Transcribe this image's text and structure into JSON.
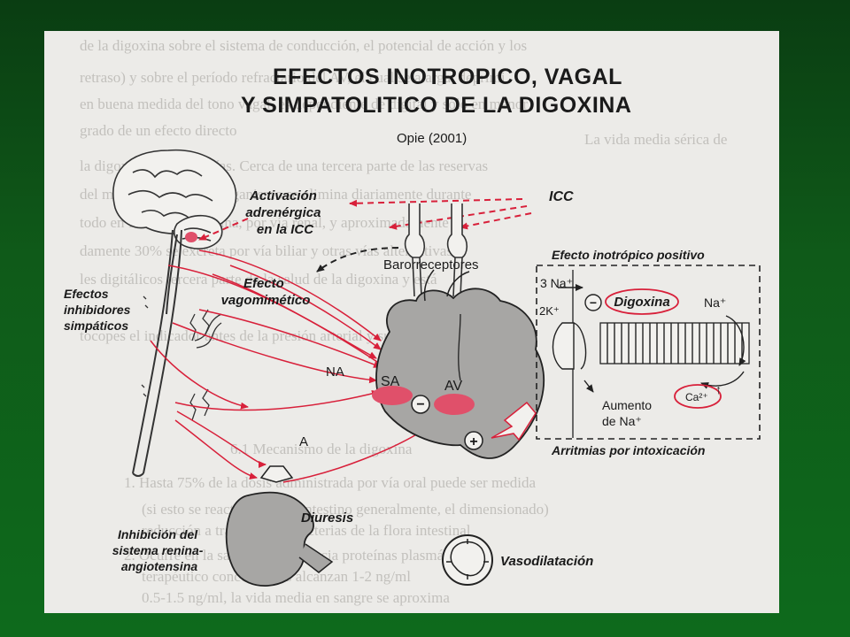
{
  "title_line1": "EFECTOS INOTROPICO, VAGAL",
  "title_line2": "Y SIMPATOLITICO DE LA DIGOXINA",
  "source": "Opie (2001)",
  "labels": {
    "activacion": [
      "Activación",
      "adrenérgica",
      "en la ICC"
    ],
    "icc": "ICC",
    "efecto_vago": [
      "Efecto",
      "vagomimético"
    ],
    "baroreceptores": "Barorreceptores",
    "efectos_inhibidores": [
      "Efectos",
      "inhibidores",
      "simpáticos"
    ],
    "na": "NA",
    "sa": "SA",
    "av": "AV",
    "a": "A",
    "diuresis": "Diuresis",
    "inhibicion": [
      "Inhibición del",
      "sistema renina-",
      "angiotensina"
    ],
    "vasodilatacion": "Vasodilatación"
  },
  "inotropic_box": {
    "title": "Efecto inotrópico positivo",
    "na3": "3 Na⁺",
    "k2": "2K⁺",
    "digoxina": "Digoxina",
    "na_plus": "Na⁺",
    "aumento": [
      "Aumento",
      "de Na⁺"
    ],
    "ca": "Ca²⁺",
    "footer": "Arritmias por intoxicación"
  },
  "signs": {
    "minus": "−",
    "plus": "+"
  },
  "colors": {
    "accent_red": "#d8203a",
    "pink": "#e0506a",
    "slide_bg": "#ecebe8",
    "frame_green": "#0f5a19"
  }
}
